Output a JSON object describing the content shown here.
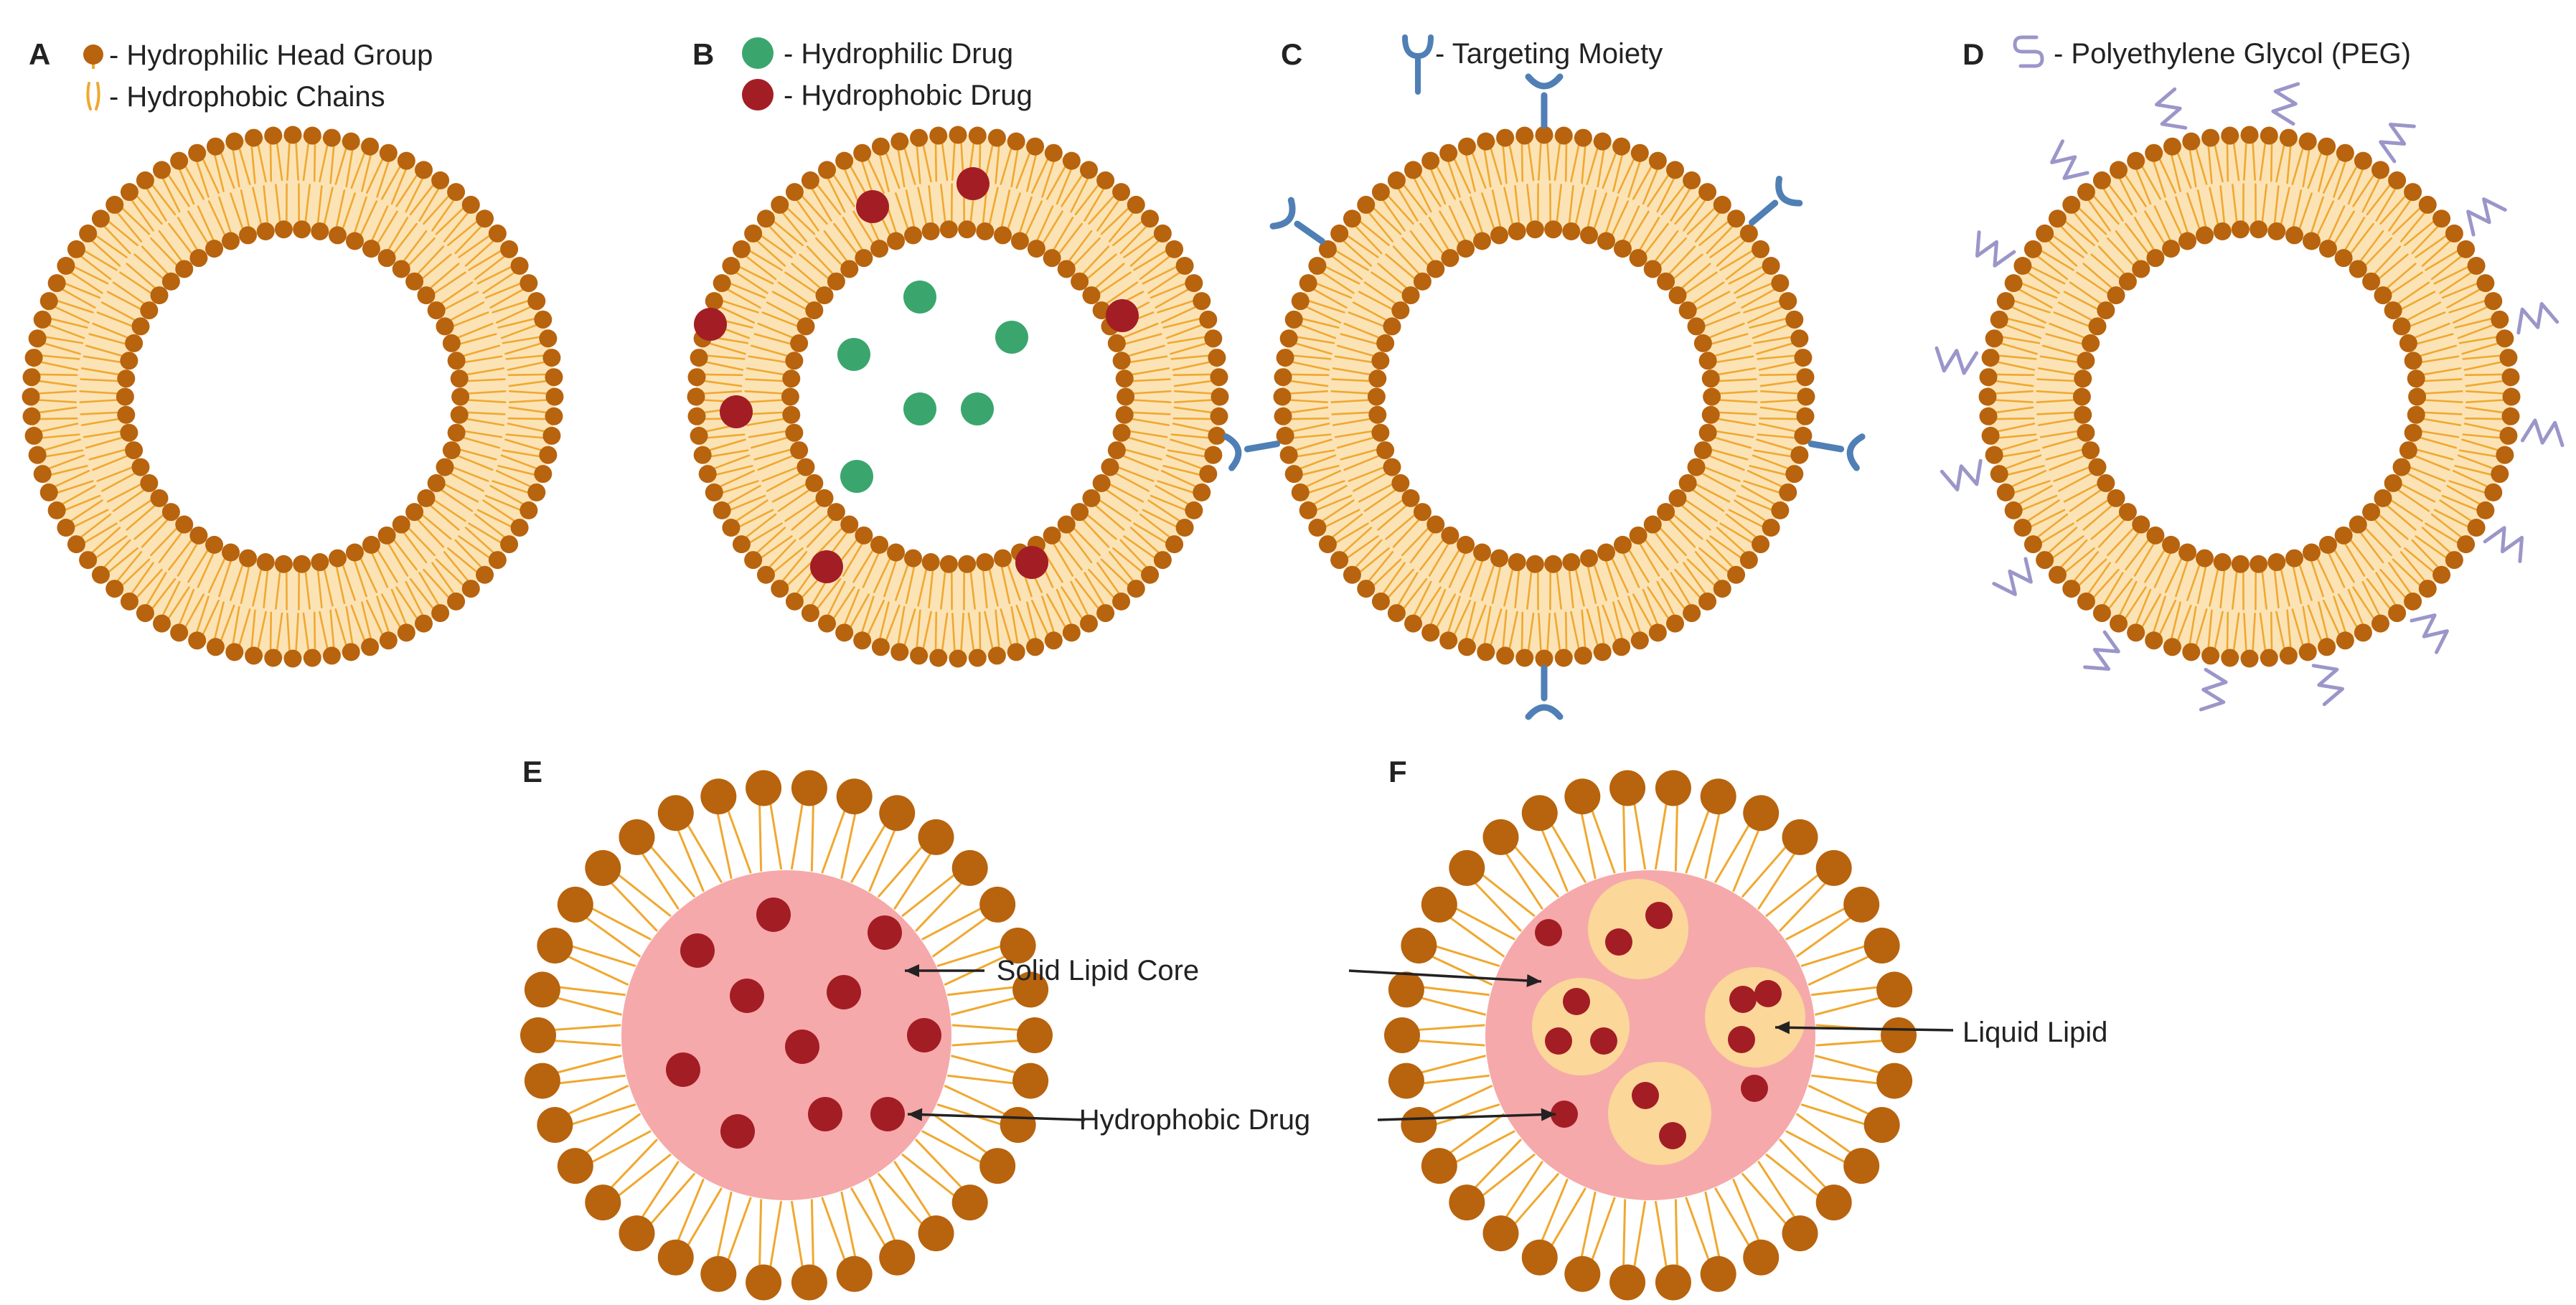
{
  "panels": {
    "A": {
      "letter": "A",
      "legend": [
        "- Hydrophilic Head Group",
        "- Hydrophobic Chains"
      ]
    },
    "B": {
      "letter": "B",
      "legend": [
        "- Hydrophilic Drug",
        "- Hydrophobic Drug"
      ]
    },
    "C": {
      "letter": "C",
      "legend": [
        "- Targeting Moiety"
      ]
    },
    "D": {
      "letter": "D",
      "legend": [
        "- Polyethylene Glycol (PEG)"
      ]
    },
    "E": {
      "letter": "E",
      "callouts": [
        "Solid Lipid Core",
        "Hydrophobic Drug"
      ]
    },
    "F": {
      "letter": "F",
      "callouts": [
        "Liquid Lipid"
      ]
    }
  },
  "colors": {
    "head_group": "#b8630d",
    "tail": "#f0a830",
    "tail_fill": "#fbe3b5",
    "hydrophilic_drug": "#3aa66e",
    "hydrophobic_drug": "#a31d25",
    "targeting_moiety": "#4f7fb5",
    "peg": "#9b96c9",
    "solid_core": "#f6a9aa",
    "liquid_lipid": "#fbd79a",
    "arrow": "#222222"
  },
  "icons": [
    "head-group-icon",
    "hydrophobic-chain-icon",
    "hydrophilic-drug-icon",
    "hydrophobic-drug-icon",
    "targeting-moiety-icon",
    "peg-icon",
    "arrow-icon"
  ]
}
